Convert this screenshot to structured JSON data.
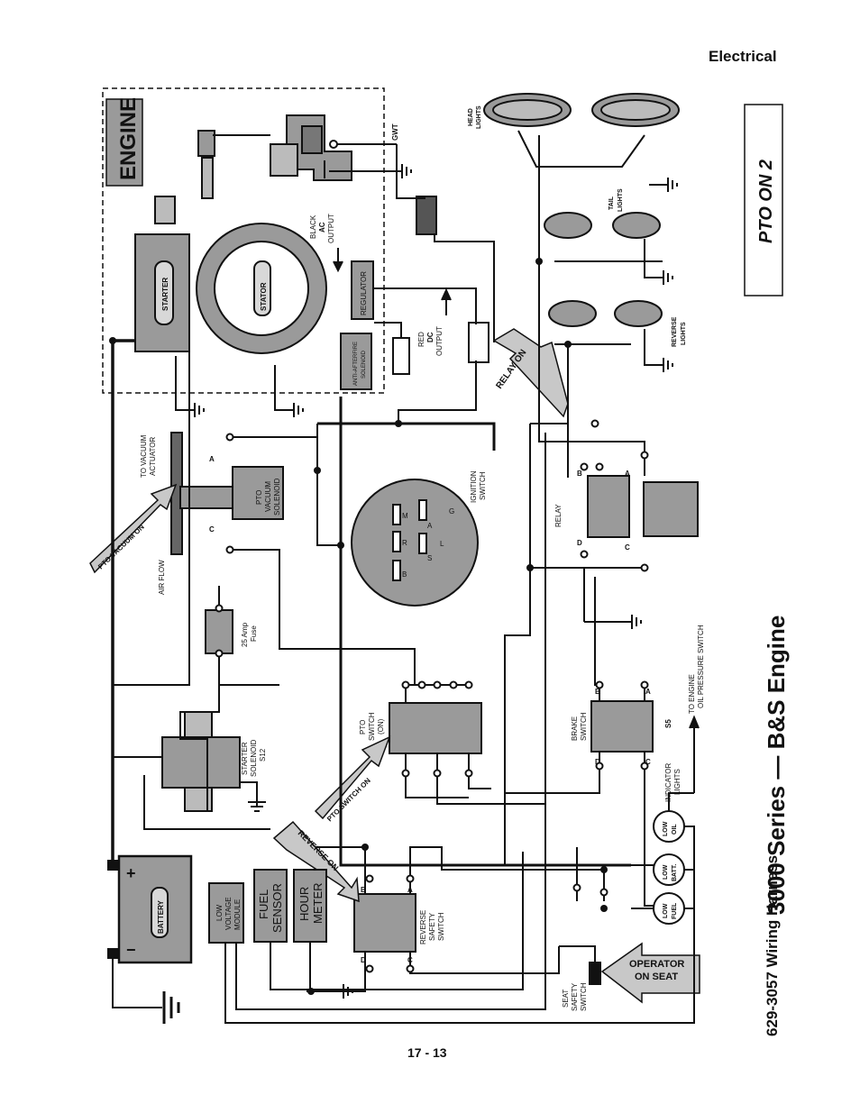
{
  "header": {
    "section": "Electrical"
  },
  "footer": {
    "page_number": "17 - 13"
  },
  "title": {
    "main": "3000 Series — B&S Engine",
    "harness": "629-3057 Wiring Harness"
  },
  "pto_box": "PTO ON 2",
  "engine": {
    "label": "ENGINE"
  },
  "labels": {
    "starter": "STARTER",
    "stator": "STATOR",
    "regulator": "REGULATOR",
    "anti_afterfire": "ANTI-AFTERFIRE",
    "solenoid": "SOLENOID",
    "black": "BLACK",
    "ac": "AC",
    "output": "OUTPUT",
    "red": "RED",
    "dc": "DC",
    "gwt": "GWT",
    "head": "HEAD",
    "lights": "LIGHTS",
    "tail": "TAIL",
    "reverse": "REVERSE",
    "relay_on": "RELAY ON",
    "relay": "RELAY",
    "ignition": "IGNITION",
    "switch": "SWITCH",
    "to_vacuum": "TO VACUUM",
    "actuator": "ACTUATOR",
    "pto": "PTO",
    "vacuum": "VACUUM",
    "air_flow": "AIR FLOW",
    "pto_vacuum_on": "PTO VACUUM ON",
    "amp_fuse_1": "25 Amp",
    "amp_fuse_2": "Fuse",
    "starter_solenoid_1": "STARTER",
    "starter_solenoid_2": "SOLENOID",
    "starter_solenoid_3": "S12",
    "pto_switch_1": "PTO",
    "pto_switch_2": "SWITCH",
    "pto_switch_3": "(ON)",
    "pto_switch_on": "PTO SWITCH ON",
    "brake": "BRAKE",
    "s5": "S5",
    "to_engine": "TO ENGINE",
    "oil_pressure": "OIL PRESSURE SWITCH",
    "indicator": "INDICATOR",
    "low_oil_1": "LOW",
    "low_oil_2": "OIL",
    "low_batt_2": "BATT.",
    "low_fuel_2": "FUEL",
    "reverse_on": "REVERSE ON",
    "reverse_safety": "SAFETY",
    "seat": "SEAT",
    "operator_1": "OPERATOR",
    "operator_2": "ON SEAT",
    "battery": "BATTERY",
    "low_voltage_1": "LOW",
    "low_voltage_2": "VOLTAGE",
    "low_voltage_3": "MODULE",
    "fuel_1": "FUEL",
    "fuel_2": "SENSOR",
    "hour_1": "HOUR",
    "hour_2": "METER",
    "a": "A",
    "b": "B",
    "c": "C",
    "d": "D",
    "m": "M",
    "r": "R",
    "s": "S",
    "l": "L",
    "g": "G",
    "plus": "+",
    "minus": "−"
  }
}
